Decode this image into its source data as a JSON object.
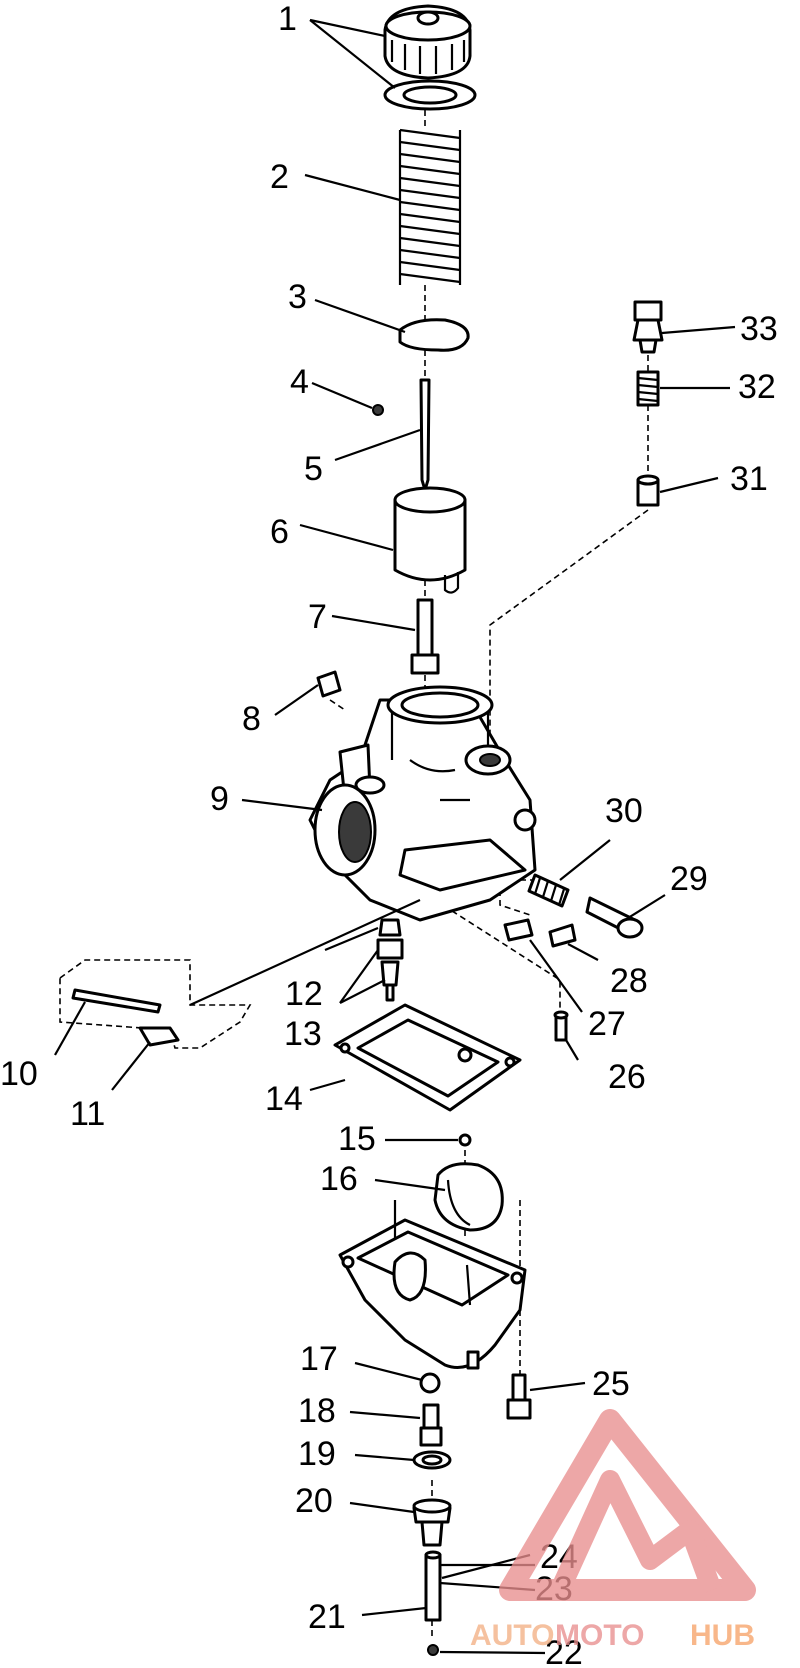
{
  "callouts": [
    "1",
    "2",
    "3",
    "4",
    "5",
    "6",
    "7",
    "8",
    "9",
    "10",
    "11",
    "12",
    "13",
    "14",
    "15",
    "16",
    "17",
    "18",
    "19",
    "20",
    "21",
    "22",
    "23",
    "24",
    "25",
    "26",
    "27",
    "28",
    "29",
    "30",
    "31",
    "32",
    "33"
  ],
  "watermark": {
    "part1": "AUTO",
    "part2": "MOTO",
    "part3": "HUB",
    "color_light": "#f3b085",
    "color_dark": "#e98f8f",
    "color_hub": "#f7a36a"
  }
}
